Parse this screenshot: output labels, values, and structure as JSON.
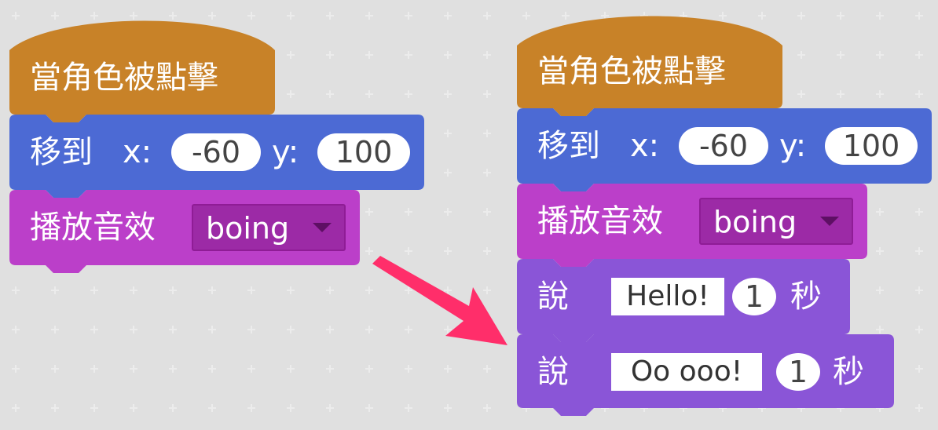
{
  "colors": {
    "background": "#e0e0e0",
    "grid_mark": "#ececec",
    "events": "#c88228",
    "motion": "#4c6ad4",
    "sound": "#bb3fc9",
    "looks": "#8a55d7",
    "sound_dropdown": "#9c2aa6",
    "arrow": "#ff2e6a"
  },
  "left_script": {
    "hat_label": "當角色被點擊",
    "goto_label": "移到",
    "goto_x_label": "x:",
    "goto_x_value": "-60",
    "goto_y_label": "y:",
    "goto_y_value": "100",
    "sound_label": "播放音效",
    "sound_value": "boing"
  },
  "right_script": {
    "hat_label": "當角色被點擊",
    "goto_label": "移到",
    "goto_x_label": "x:",
    "goto_x_value": "-60",
    "goto_y_label": "y:",
    "goto_y_value": "100",
    "sound_label": "播放音效",
    "sound_value": "boing",
    "say1_label": "說",
    "say1_text": "Hello!",
    "say1_secs": "1",
    "say1_unit": "秒",
    "say2_label": "說",
    "say2_text": "Oo ooo!",
    "say2_secs": "1",
    "say2_unit": "秒"
  },
  "icons": {
    "dropdown": "triangle-down",
    "callout": "arrow-pointing-right"
  }
}
